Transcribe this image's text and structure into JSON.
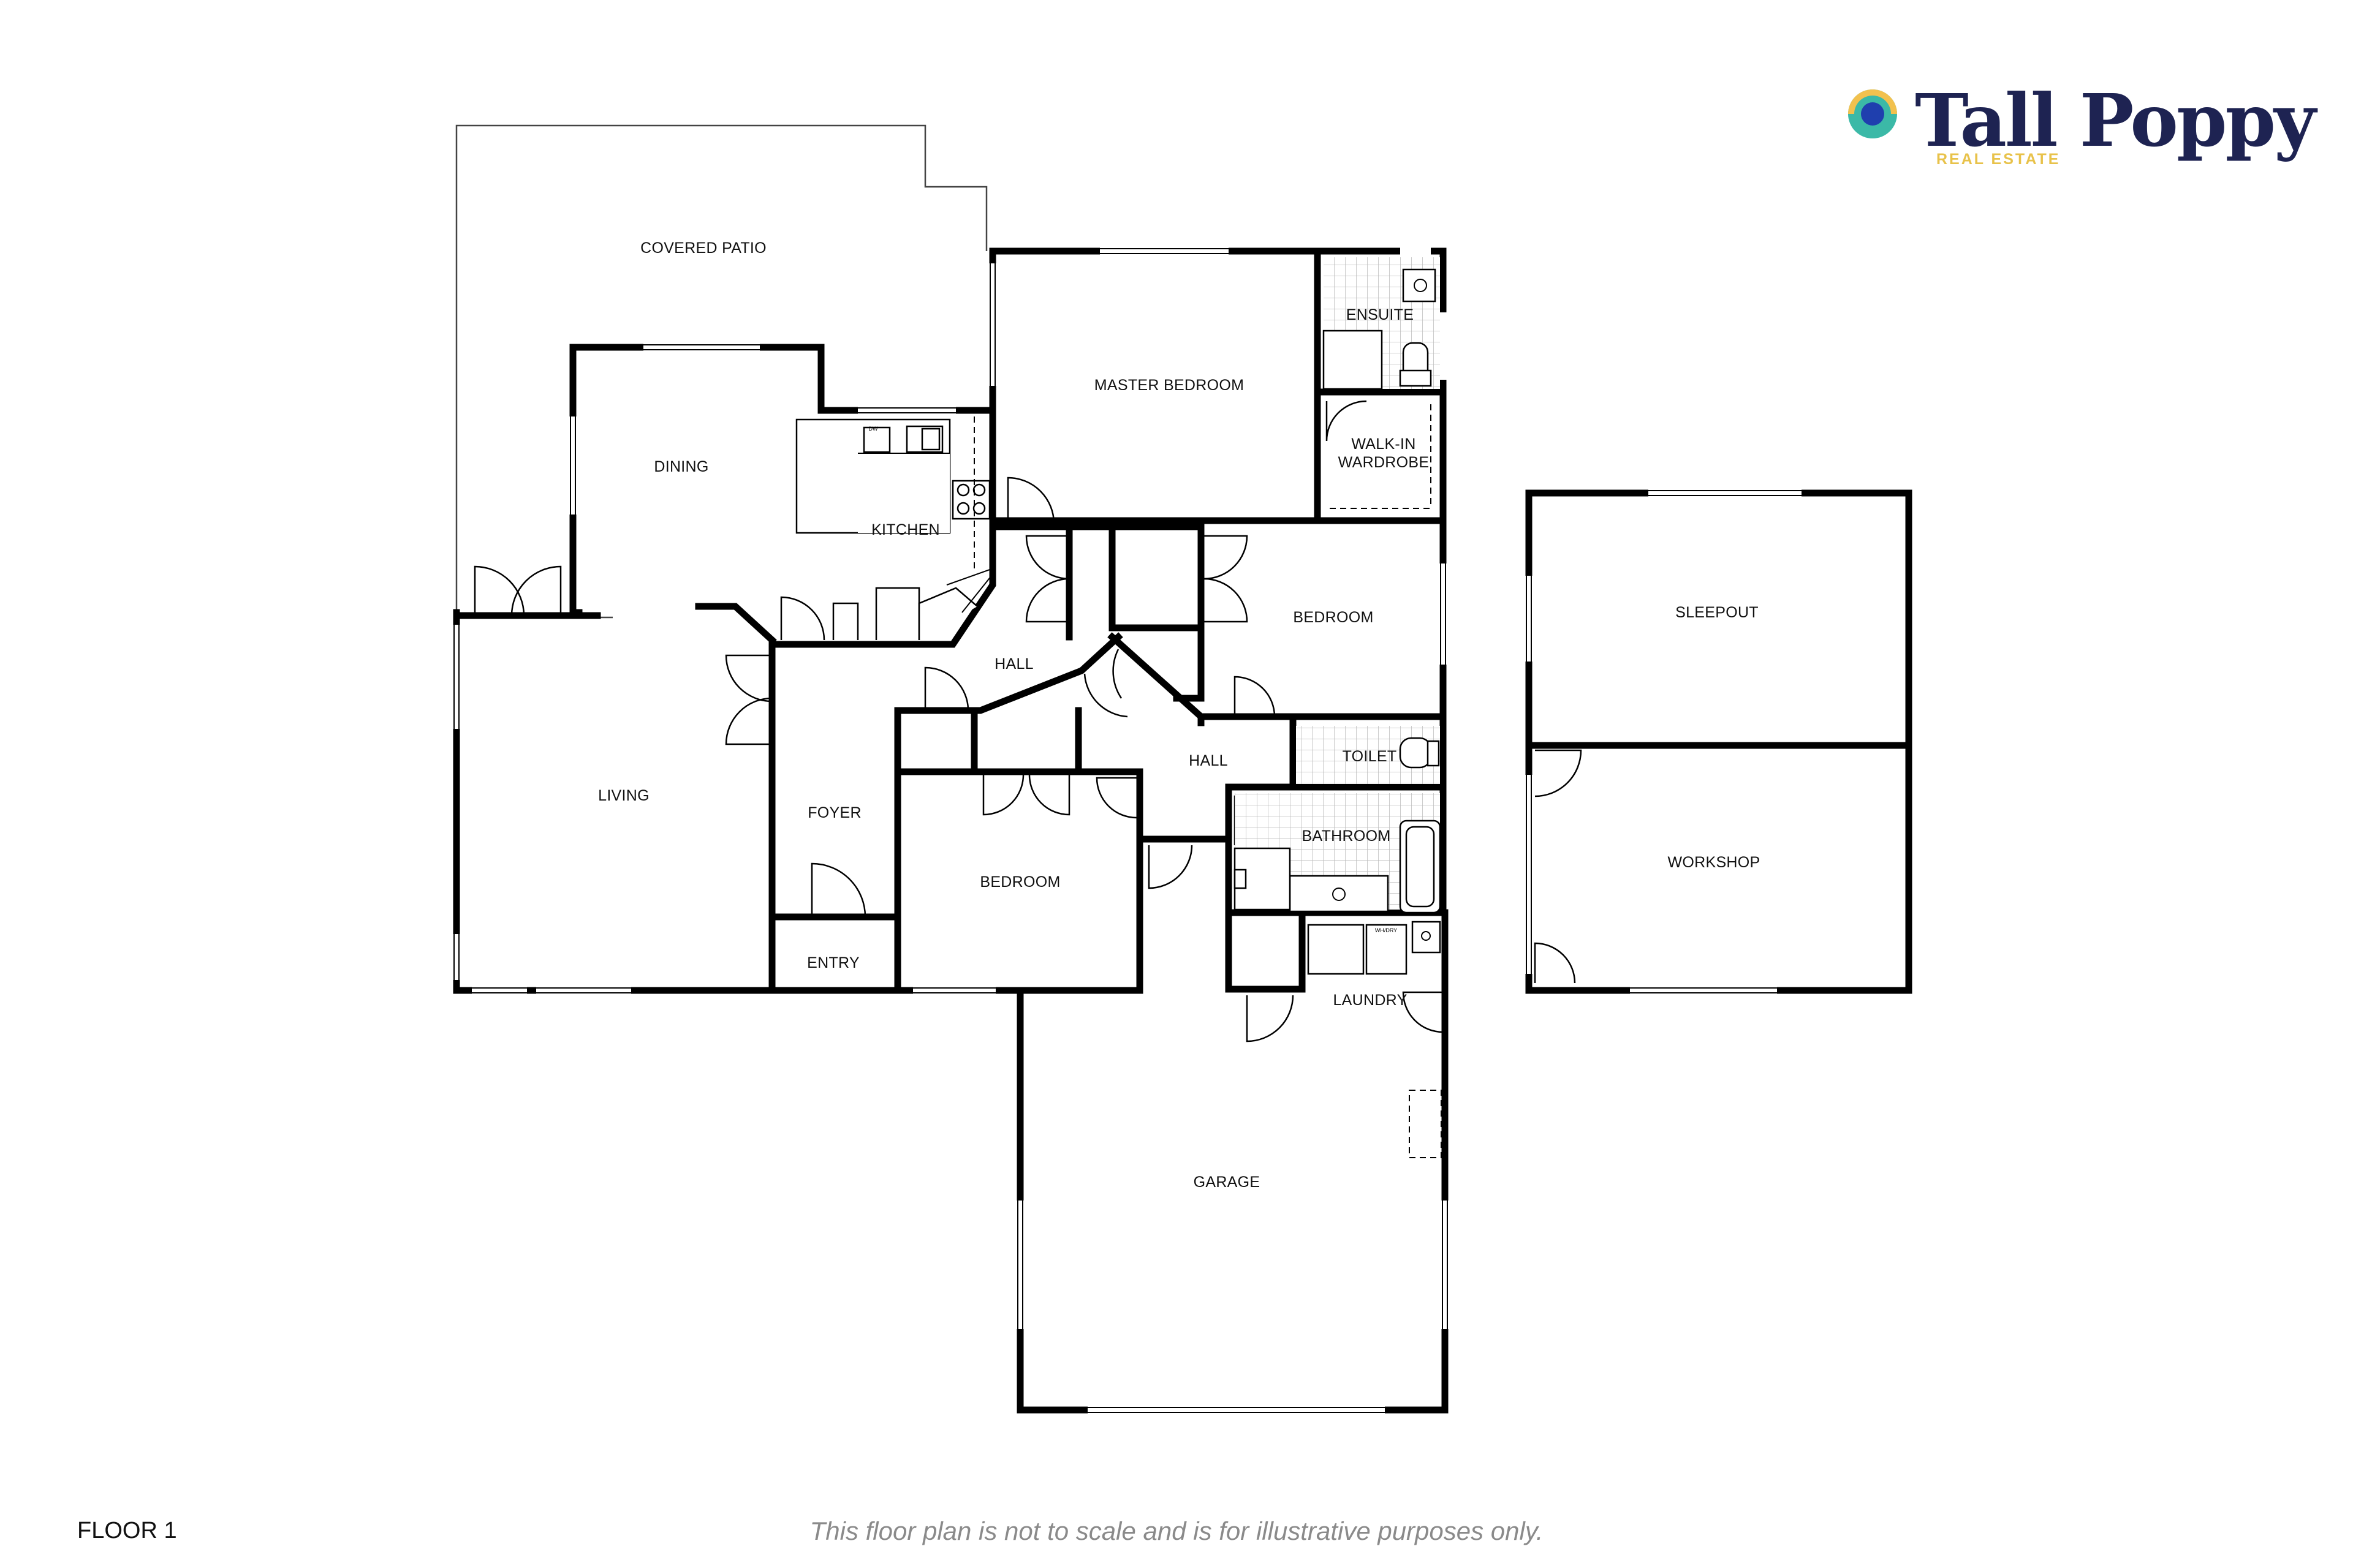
{
  "brand": {
    "name": "Tall Poppy",
    "tagline": "REAL ESTATE",
    "ring_colors": [
      "#f2c14e",
      "#3bb9a7",
      "#1f3fae"
    ]
  },
  "rooms": {
    "covered_patio": "COVERED PATIO",
    "dining": "DINING",
    "kitchen": "KITCHEN",
    "master_bedroom": "MASTER BEDROOM",
    "ensuite": "ENSUITE",
    "walk_in_wardrobe_1": "WALK-IN",
    "walk_in_wardrobe_2": "WARDROBE",
    "hall_1": "HALL",
    "hall_2": "HALL",
    "bedroom_1": "BEDROOM",
    "bedroom_2": "BEDROOM",
    "toilet": "TOILET",
    "bathroom": "BATHROOM",
    "living": "LIVING",
    "foyer": "FOYER",
    "entry": "ENTRY",
    "laundry": "LAUNDRY",
    "garage": "GARAGE",
    "sleepout": "SLEEPOUT",
    "workshop": "WORKSHOP"
  },
  "fixture_labels": {
    "dishwasher": "DW",
    "washer_dryer": "WH/DRY"
  },
  "floor_label": "FLOOR 1",
  "disclaimer": "This floor plan is not to scale and is for illustrative purposes only."
}
